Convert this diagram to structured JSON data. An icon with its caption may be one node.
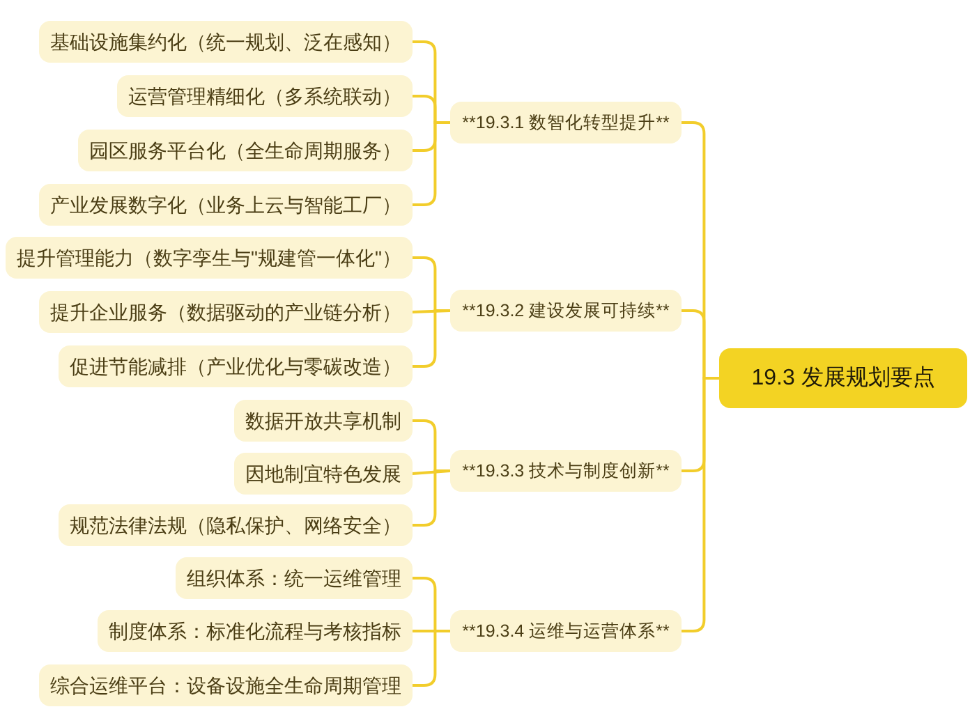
{
  "diagram": {
    "nodes": [
      {
        "text": [
          "19.3 发展规划要点"
        ]
      },
      {
        "text": [
          "**19.3.1 数智化转型提升**"
        ]
      },
      {
        "text": [
          "基础设施集约化（统一规划、泛在感知）"
        ]
      },
      {
        "text": [
          "运营管理精细化（多系统联动）"
        ]
      },
      {
        "text": [
          "园区服务平台化（全生命周期服务）"
        ]
      },
      {
        "text": [
          "产业发展数字化（业务上云与智能工厂）"
        ]
      },
      {
        "text": [
          "**19.3.2 建设发展可持续**"
        ]
      },
      {
        "text": [
          "提升管理能力（数字孪生与\"规建管一体化\"）"
        ]
      },
      {
        "text": [
          "提升企业服务（数据驱动的产业链分析）"
        ]
      },
      {
        "text": [
          "促进节能减排（产业优化与零碳改造）"
        ]
      },
      {
        "text": [
          "**19.3.3 技术与制度创新**"
        ]
      },
      {
        "text": [
          "数据开放共享机制"
        ]
      },
      {
        "text": [
          "因地制宜特色发展"
        ]
      },
      {
        "text": [
          "规范法律法规（隐私保护、网络安全）"
        ]
      },
      {
        "text": [
          "**19.3.4 运维与运营体系**"
        ]
      },
      {
        "text": [
          "组织体系：统一运维管理"
        ]
      },
      {
        "text": [
          "制度体系：标准化流程与考核指标"
        ]
      },
      {
        "text": [
          "综合运维平台：设备设施全生命周期管理"
        ]
      }
    ],
    "edges": [
      {
        "from": 0,
        "to": 1,
        "arrow": "none"
      },
      {
        "from": 0,
        "to": 6,
        "arrow": "none"
      },
      {
        "from": 0,
        "to": 10,
        "arrow": "none"
      },
      {
        "from": 0,
        "to": 14,
        "arrow": "none"
      },
      {
        "from": 1,
        "to": 2,
        "arrow": "none"
      },
      {
        "from": 1,
        "to": 3,
        "arrow": "none"
      },
      {
        "from": 1,
        "to": 4,
        "arrow": "none"
      },
      {
        "from": 1,
        "to": 5,
        "arrow": "none"
      },
      {
        "from": 6,
        "to": 7,
        "arrow": "none"
      },
      {
        "from": 6,
        "to": 8,
        "arrow": "none"
      },
      {
        "from": 6,
        "to": 9,
        "arrow": "none"
      },
      {
        "from": 10,
        "to": 11,
        "arrow": "none"
      },
      {
        "from": 10,
        "to": 12,
        "arrow": "none"
      },
      {
        "from": 10,
        "to": 13,
        "arrow": "none"
      },
      {
        "from": 14,
        "to": 15,
        "arrow": "none"
      },
      {
        "from": 14,
        "to": 16,
        "arrow": "none"
      },
      {
        "from": 14,
        "to": 17,
        "arrow": "none"
      }
    ]
  }
}
